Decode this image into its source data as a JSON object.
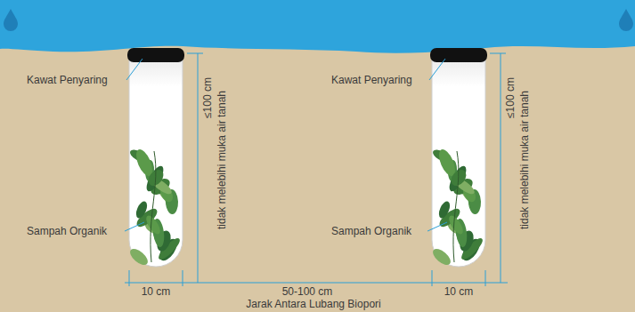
{
  "diagram": {
    "labels": [
      "Kawat Penyaring",
      "≤100 cm",
      "tidak melebihi muka air tanah",
      "Kawat Penyaring",
      "≤100 cm",
      "tidak melebihi muka air tanah",
      "Sampah Organik",
      "Sampah Organik",
      "10 cm",
      "50-100 cm",
      "10 cm",
      "Jarak Antara Lubang Biopori"
    ]
  }
}
